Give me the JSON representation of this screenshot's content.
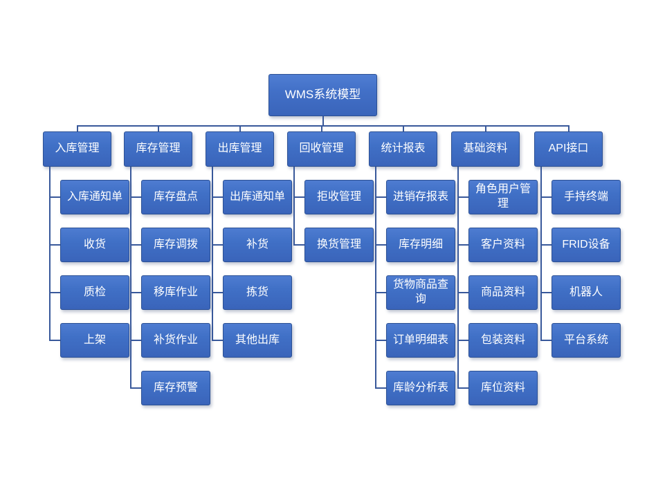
{
  "diagram_title": "WMS系统模型",
  "colors": {
    "node_fill_top": "#4e7cd1",
    "node_fill_bottom": "#3a64ba",
    "node_border": "#2b5094",
    "connector": "#38589a",
    "node_text": "#ffffff",
    "background": "#ffffff"
  },
  "tree": {
    "root": {
      "label": "WMS系统模型"
    },
    "branches": [
      {
        "label": "入库管理",
        "children": [
          "入库通知单",
          "收货",
          "质检",
          "上架"
        ]
      },
      {
        "label": "库存管理",
        "children": [
          "库存盘点",
          "库存调拨",
          "移库作业",
          "补货作业",
          "库存预警"
        ]
      },
      {
        "label": "出库管理",
        "children": [
          "出库通知单",
          "补货",
          "拣货",
          "其他出库"
        ]
      },
      {
        "label": "回收管理",
        "children": [
          "拒收管理",
          "换货管理"
        ]
      },
      {
        "label": "统计报表",
        "children": [
          "进销存报表",
          "库存明细",
          "货物商品查询",
          "订单明细表",
          "库龄分析表"
        ]
      },
      {
        "label": "基础资料",
        "children": [
          "角色用户管理",
          "客户资料",
          "商品资料",
          "包装资料",
          "库位资料"
        ]
      },
      {
        "label": "API接口",
        "children": [
          "手持终端",
          "FRID设备",
          "机器人",
          "平台系统"
        ]
      }
    ]
  }
}
